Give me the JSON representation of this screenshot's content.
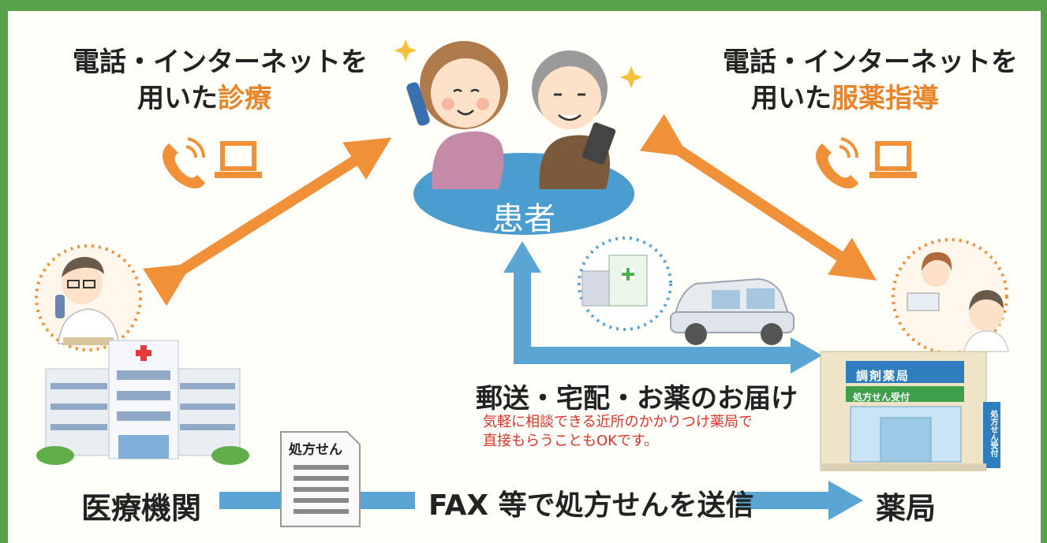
{
  "left_title": {
    "line1": "電話・インターネットを",
    "line2_prefix": "用いた",
    "line2_accent": "診療"
  },
  "right_title": {
    "line1": "電話・インターネットを",
    "line2_prefix": "用いた",
    "line2_accent": "服薬指導"
  },
  "patient_label": "患者",
  "delivery": {
    "title": "郵送・宅配・お薬のお届け",
    "note_line1": "気軽に相談できる近所のかかりつけ薬局で",
    "note_line2": "直接もらうこともOKです。"
  },
  "hospital_label": "医療機関",
  "pharmacy_label": "薬局",
  "fax_label": "FAX 等で処方せんを送信",
  "prescription_doc_label": "処方せん",
  "pharmacy_sign": "調剤薬局",
  "pharmacy_subsign": "処方せん受付",
  "pharmacy_vertical_sign": "処方せん受付",
  "icons": [
    "phone-icon",
    "laptop-icon",
    "hospital-icon",
    "pharmacy-icon",
    "car-icon",
    "medicine-bag-icon",
    "prescription-document-icon"
  ],
  "colors": {
    "frame_green": "#56a34a",
    "arrow_orange": "#f0913a",
    "arrow_blue": "#5aa5d4",
    "accent_orange": "#e8852a",
    "note_red": "#d9342b",
    "patient_ellipse": "#4b9ccf"
  }
}
